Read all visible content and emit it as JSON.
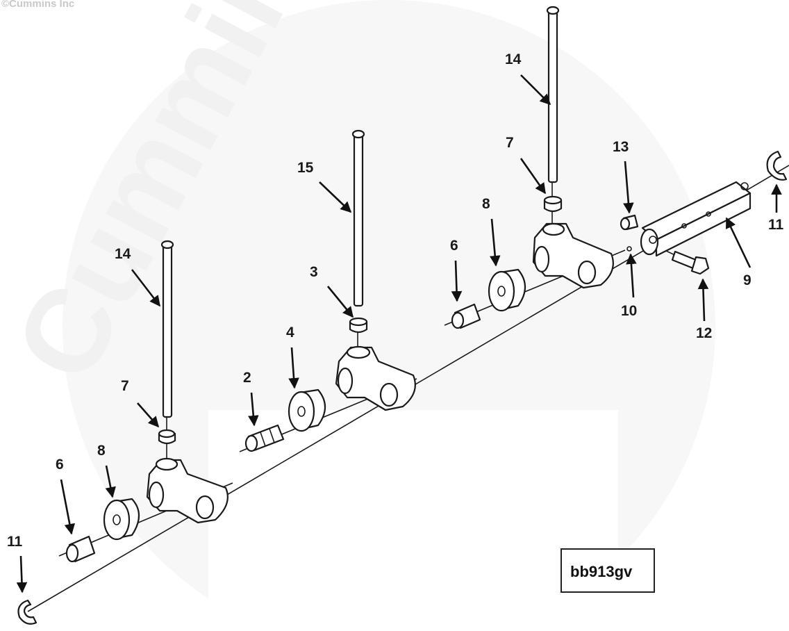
{
  "copyright": "©Cummins Inc",
  "watermark": "Cummins",
  "figure_id": "bb913gv",
  "callouts": {
    "c14a": "14",
    "c15": "15",
    "c14b": "14",
    "c7a": "7",
    "c7b": "7",
    "c3": "3",
    "c2": "2",
    "c4": "4",
    "c6a": "6",
    "c6b": "6",
    "c8a": "8",
    "c8b": "8",
    "c11a": "11",
    "c11b": "11",
    "c13": "13",
    "c9": "9",
    "c10": "10",
    "c12": "12"
  }
}
